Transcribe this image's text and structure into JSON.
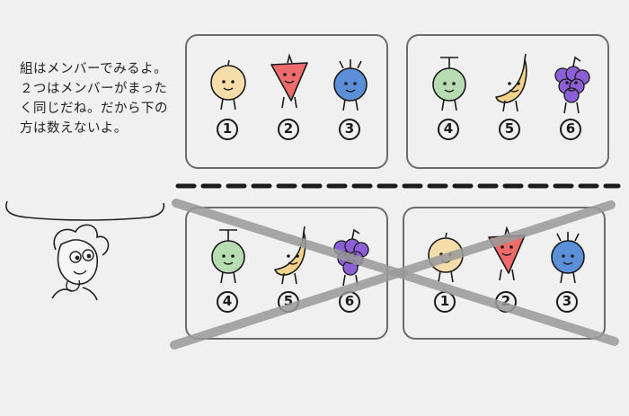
{
  "speech": {
    "text": "組はメンバーでみるよ。２つはメンバーがまったく同じだね。だから下の方は数えないよ。"
  },
  "groups": [
    {
      "id": "g1",
      "crossed_out": false,
      "members": [
        {
          "number": "1",
          "character": "round-face",
          "color": "#f6dca8"
        },
        {
          "number": "2",
          "character": "strawberry",
          "color": "#ee6b6b"
        },
        {
          "number": "3",
          "character": "blueberry",
          "color": "#5b8fd8"
        }
      ]
    },
    {
      "id": "g2",
      "crossed_out": false,
      "members": [
        {
          "number": "4",
          "character": "melon",
          "color": "#b7dcb2"
        },
        {
          "number": "5",
          "character": "banana",
          "color": "#f3d28b"
        },
        {
          "number": "6",
          "character": "grapes",
          "color": "#8d5fd6"
        }
      ]
    },
    {
      "id": "g3",
      "crossed_out": true,
      "members": [
        {
          "number": "4",
          "character": "melon",
          "color": "#b7dcb2"
        },
        {
          "number": "5",
          "character": "banana",
          "color": "#f3d28b"
        },
        {
          "number": "6",
          "character": "grapes",
          "color": "#8d5fd6"
        }
      ]
    },
    {
      "id": "g4",
      "crossed_out": true,
      "members": [
        {
          "number": "1",
          "character": "round-face",
          "color": "#f6dca8"
        },
        {
          "number": "2",
          "character": "strawberry",
          "color": "#ee6b6b"
        },
        {
          "number": "3",
          "character": "blueberry",
          "color": "#5b8fd8"
        }
      ]
    }
  ],
  "colors": {
    "frame": "#6c6c6c",
    "cross": "#9a9a9a",
    "ink": "#1a1a1a",
    "background": "#f0f0f0"
  }
}
